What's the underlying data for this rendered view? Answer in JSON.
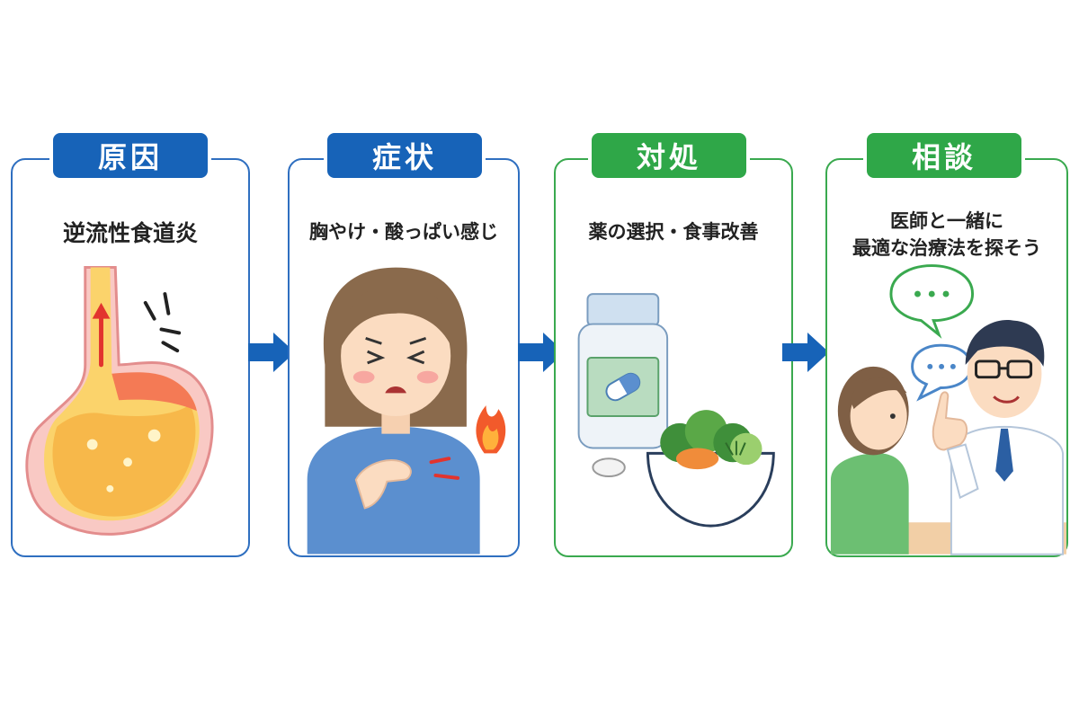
{
  "steps": [
    {
      "label": "原因",
      "text": "逆流性食道炎",
      "color": "#1763b8"
    },
    {
      "label": "症状",
      "text": "胸やけ・酸っぱい感じ",
      "color": "#1763b8"
    },
    {
      "label": "対処",
      "text": "薬の選択・食事改善",
      "color": "#2fa748"
    },
    {
      "label": "相談",
      "text_line1": "医師と一緒に",
      "text_line2": "最適な治療法を探そう",
      "color": "#2fa748"
    }
  ],
  "icons": [
    "stomach-icon",
    "heartburn-woman-icon",
    "medicine-and-food-icon",
    "doctor-consultation-icon"
  ]
}
